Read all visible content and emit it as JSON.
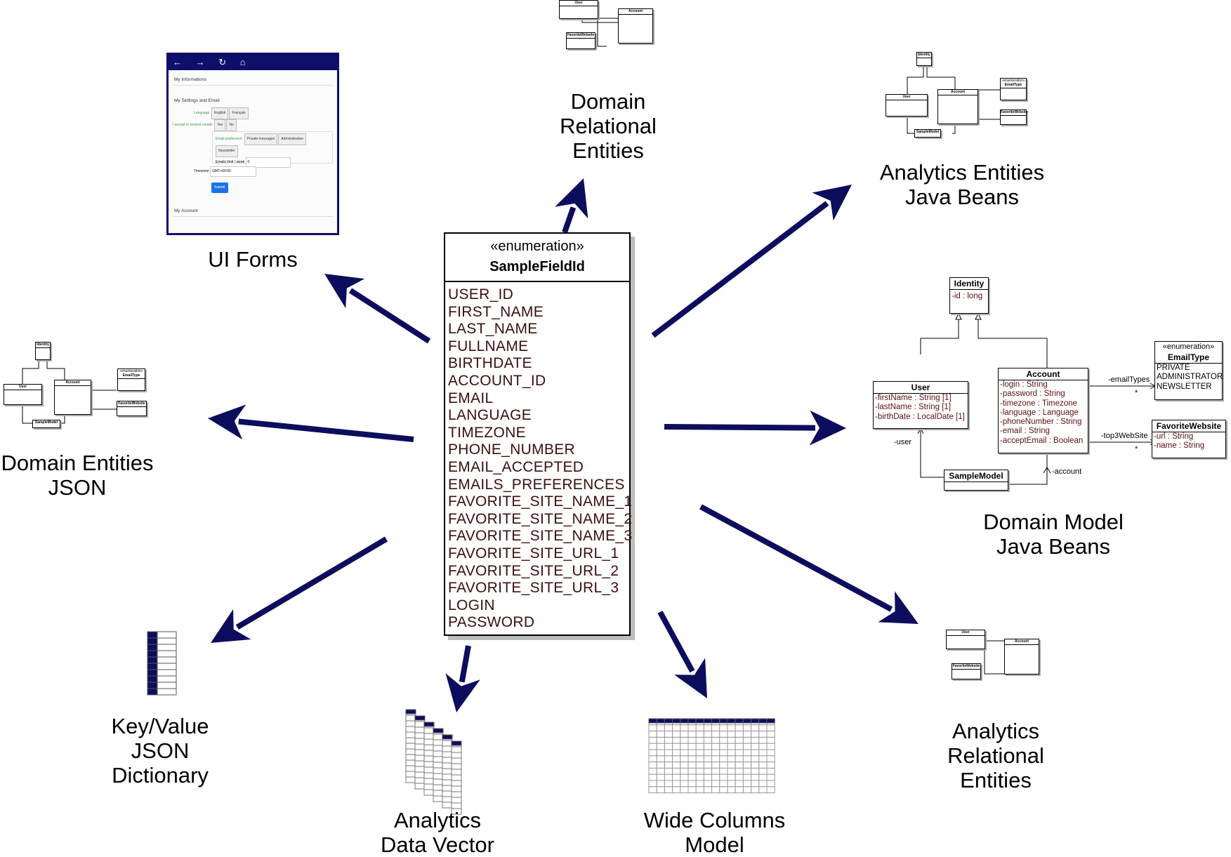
{
  "center": {
    "stereotype": "«enumeration»",
    "name": "SampleFieldId",
    "values": [
      "USER_ID",
      "FIRST_NAME",
      "LAST_NAME",
      "FULLNAME",
      "BIRTHDATE",
      "ACCOUNT_ID",
      "EMAIL",
      "LANGUAGE",
      "TIMEZONE",
      "PHONE_NUMBER",
      "EMAIL_ACCEPTED",
      "EMAILS_PREFERENCES",
      "FAVORITE_SITE_NAME_1",
      "FAVORITE_SITE_NAME_2",
      "FAVORITE_SITE_NAME_3",
      "FAVORITE_SITE_URL_1",
      "FAVORITE_SITE_URL_2",
      "FAVORITE_SITE_URL_3",
      "LOGIN",
      "PASSWORD"
    ]
  },
  "labels": {
    "domain_relational": [
      "Domain",
      "Relational",
      "Entities"
    ],
    "analytics_beans": [
      "Analytics Entities",
      "Java Beans"
    ],
    "ui_forms": [
      "UI Forms"
    ],
    "domain_json": [
      "Domain Entities",
      "JSON"
    ],
    "domain_model": [
      "Domain Model",
      "Java Beans"
    ],
    "key_value": [
      "Key/Value",
      "JSON",
      "Dictionary"
    ],
    "analytics_vector": [
      "Analytics",
      "Data Vector"
    ],
    "wide_columns": [
      "Wide Columns",
      "Model"
    ],
    "analytics_relational": [
      "Analytics",
      "Relational",
      "Entities"
    ]
  },
  "domain_model": {
    "identity": {
      "name": "Identity",
      "attrs": [
        "-id : long"
      ]
    },
    "user": {
      "name": "User",
      "attrs": [
        "-firstName : String [1]",
        "-lastName : String [1]",
        "-birthDate : LocalDate [1]"
      ]
    },
    "account": {
      "name": "Account",
      "attrs": [
        "-login : String",
        "-password : String",
        "-timezone : Timezone",
        "-language : Language",
        "-phoneNumber : String",
        "-email : String",
        "-acceptEmail : Boolean"
      ]
    },
    "email_type": {
      "stereotype": "«enumeration»",
      "name": "EmailType",
      "values": [
        "PRIVATE",
        "ADMINISTRATOR",
        "NEWSLETTER"
      ]
    },
    "favorite_website": {
      "name": "FavoriteWebsite",
      "attrs": [
        "-url : String",
        "-name : String"
      ]
    },
    "sample_model": {
      "name": "SampleModel"
    },
    "assoc": {
      "email_types": "-emailTypes",
      "top3": "-top3WebSite",
      "user": "-user",
      "account": "-account",
      "star": "*"
    }
  },
  "mini": {
    "user": "User",
    "account": "Account",
    "identity": "Identity",
    "email_type": "EmailType",
    "enum_st": "«enumeration»",
    "favorite": "FavoriteWebsite",
    "sample_model": "SampleModel"
  },
  "ui_form": {
    "nav_icons": "← → ↻ ⌂",
    "sections": [
      "My Informations",
      "My Settings and Email",
      "My Account"
    ],
    "language_label": "Language",
    "language_options": [
      "English",
      "Français"
    ],
    "accept_label": "I accept to receive emails",
    "yes_no": [
      "Yes",
      "No"
    ],
    "email_pref_label": "Email preference",
    "email_pref_options": [
      "Private messages",
      "Administration",
      "Newsletter"
    ],
    "emails_limit_label": "Emails limit / week",
    "emails_limit_value": "0",
    "timezone_label": "Timezone",
    "timezone_value": "GMT+00:00",
    "submit_label": "Submit"
  },
  "colors": {
    "arrow": "#0d0d5e",
    "enum_text": "#3b0f0f",
    "ui_header": "#0f0f6b"
  }
}
